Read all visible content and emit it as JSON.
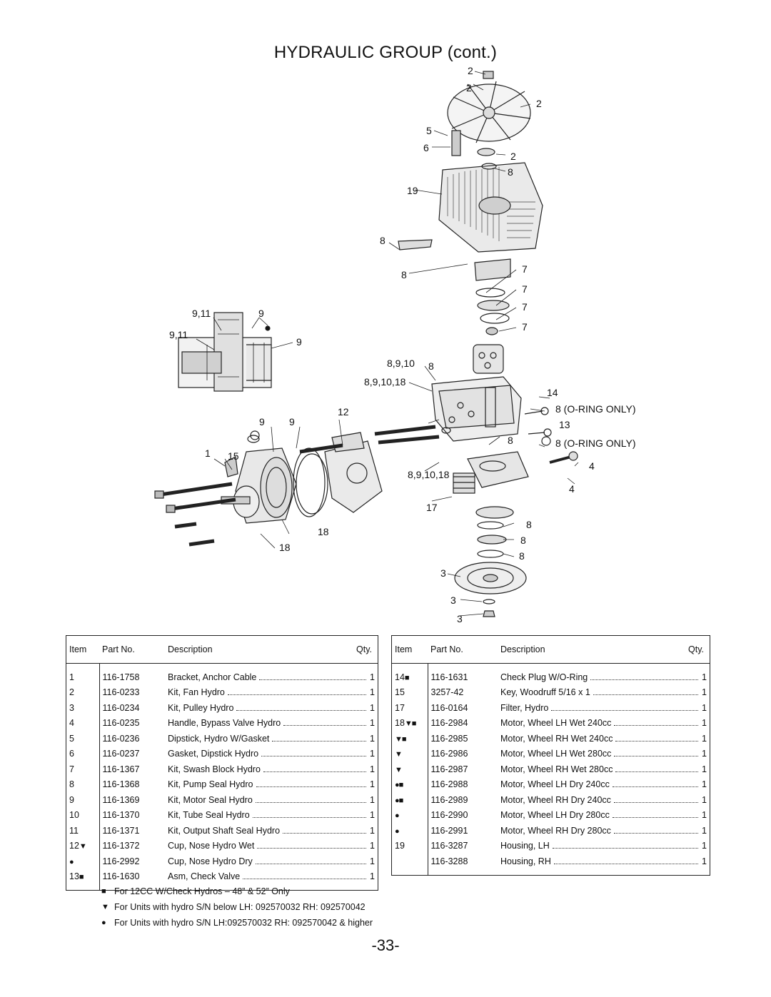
{
  "page": {
    "title": "HYDRAULIC GROUP (cont.)",
    "page_number": "-33-"
  },
  "diagram": {
    "callouts": {
      "c1": "2",
      "c2": "2",
      "c3": "2",
      "c4": "5",
      "c5": "6",
      "c6": "2",
      "c7": "8",
      "c8": "19",
      "c9": "8",
      "c10": "8",
      "c11": "7",
      "c12": "7",
      "c13": "7",
      "c14": "7",
      "c15": "9,11",
      "c16": "9",
      "c17": "9,11",
      "c18": "9",
      "c19": "8,9,10",
      "c20": "8",
      "c21": "8,9,10,18",
      "c22": "14",
      "c23": "8 (O-RING ONLY)",
      "c24": "12",
      "c25": "9",
      "c26": "9",
      "c27": "13",
      "c28": "8",
      "c29": "8 (O-RING ONLY)",
      "c30": "1",
      "c31": "15",
      "c32": "8,9,10,18",
      "c33": "4",
      "c34": "4",
      "c35": "17",
      "c36": "8",
      "c37": "18",
      "c38": "8",
      "c39": "18",
      "c40": "8",
      "c41": "3",
      "c42": "3",
      "c43": "3"
    }
  },
  "tables": {
    "headers": {
      "item": "Item",
      "part_no": "Part No.",
      "description": "Description",
      "qty": "Qty."
    },
    "left": [
      {
        "item": "1",
        "sym": "",
        "part": "116-1758",
        "desc": "Bracket, Anchor Cable",
        "qty": "1"
      },
      {
        "item": "2",
        "sym": "",
        "part": "116-0233",
        "desc": "Kit, Fan Hydro",
        "qty": "1"
      },
      {
        "item": "3",
        "sym": "",
        "part": "116-0234",
        "desc": "Kit, Pulley Hydro",
        "qty": "1"
      },
      {
        "item": "4",
        "sym": "",
        "part": "116-0235",
        "desc": "Handle, Bypass Valve Hydro",
        "qty": "1"
      },
      {
        "item": "5",
        "sym": "",
        "part": "116-0236",
        "desc": "Dipstick, Hydro W/Gasket",
        "qty": "1"
      },
      {
        "item": "6",
        "sym": "",
        "part": "116-0237",
        "desc": "Gasket, Dipstick Hydro",
        "qty": "1"
      },
      {
        "item": "7",
        "sym": "",
        "part": "116-1367",
        "desc": "Kit, Swash Block Hydro",
        "qty": "1"
      },
      {
        "item": "8",
        "sym": "",
        "part": "116-1368",
        "desc": "Kit, Pump Seal Hydro",
        "qty": "1"
      },
      {
        "item": "9",
        "sym": "",
        "part": "116-1369",
        "desc": "Kit, Motor Seal Hydro",
        "qty": "1"
      },
      {
        "item": "10",
        "sym": "",
        "part": "116-1370",
        "desc": "Kit, Tube Seal Hydro",
        "qty": "1"
      },
      {
        "item": "11",
        "sym": "",
        "part": "116-1371",
        "desc": "Kit, Output Shaft Seal Hydro",
        "qty": "1"
      },
      {
        "item": "12",
        "sym": "▼",
        "part": "116-1372",
        "desc": "Cup, Nose Hydro Wet",
        "qty": "1"
      },
      {
        "item": "",
        "sym": "●",
        "part": "116-2992",
        "desc": "Cup, Nose Hydro Dry",
        "qty": "1"
      },
      {
        "item": "13",
        "sym": "■",
        "part": "116-1630",
        "desc": "Asm, Check Valve",
        "qty": "1"
      }
    ],
    "right": [
      {
        "item": "14",
        "sym": "■",
        "part": "116-1631",
        "desc": "Check Plug W/O-Ring",
        "qty": "1"
      },
      {
        "item": "15",
        "sym": "",
        "part": "3257-42",
        "desc": "Key, Woodruff 5/16 x 1",
        "qty": "1"
      },
      {
        "item": "17",
        "sym": "",
        "part": "116-0164",
        "desc": "Filter, Hydro",
        "qty": "1"
      },
      {
        "item": "18",
        "sym": "▼■",
        "part": "116-2984",
        "desc": "Motor, Wheel LH Wet 240cc",
        "qty": "1"
      },
      {
        "item": "",
        "sym": "▼■",
        "part": "116-2985",
        "desc": "Motor, Wheel RH Wet 240cc",
        "qty": "1"
      },
      {
        "item": "",
        "sym": "▼",
        "part": "116-2986",
        "desc": "Motor, Wheel LH Wet 280cc",
        "qty": "1"
      },
      {
        "item": "",
        "sym": "▼",
        "part": "116-2987",
        "desc": "Motor, Wheel RH Wet 280cc",
        "qty": "1"
      },
      {
        "item": "",
        "sym": "●■",
        "part": "116-2988",
        "desc": "Motor, Wheel LH Dry 240cc",
        "qty": "1"
      },
      {
        "item": "",
        "sym": "●■",
        "part": "116-2989",
        "desc": "Motor, Wheel RH Dry 240cc",
        "qty": "1"
      },
      {
        "item": "",
        "sym": "●",
        "part": "116-2990",
        "desc": "Motor, Wheel LH Dry 280cc",
        "qty": "1"
      },
      {
        "item": "",
        "sym": "●",
        "part": "116-2991",
        "desc": "Motor, Wheel RH Dry 280cc",
        "qty": "1"
      },
      {
        "item": "19",
        "sym": "",
        "part": "116-3287",
        "desc": "Housing, LH",
        "qty": "1"
      },
      {
        "item": "",
        "sym": "",
        "part": "116-3288",
        "desc": "Housing, RH",
        "qty": "1"
      }
    ]
  },
  "legend": [
    {
      "symbol": "■",
      "text": "For 12CC W/Check Hydros – 48” & 52” Only"
    },
    {
      "symbol": "▼",
      "text": "For Units with hydro S/N below LH: 092570032 RH: 092570042"
    },
    {
      "symbol": "●",
      "text": "For Units with hydro S/N LH:092570032 RH: 092570042 & higher"
    }
  ]
}
